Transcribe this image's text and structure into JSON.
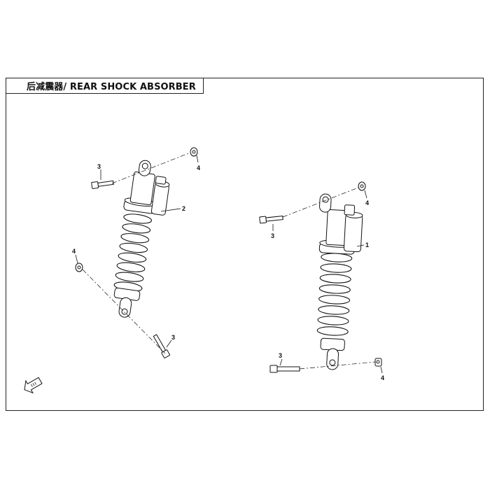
{
  "title": "后减震器/ REAR SHOCK ABSORBER",
  "callouts": {
    "left_upper_bolt": "3",
    "left_upper_nut": "4",
    "left_shock": "2",
    "left_lower_nut": "4",
    "left_lower_bolt": "3",
    "right_upper_bolt": "3",
    "right_upper_nut": "4",
    "right_shock": "1",
    "right_lower_bolt": "3",
    "right_lower_nut": "4"
  },
  "colors": {
    "line": "#111111",
    "background": "#ffffff"
  },
  "icons": {
    "front_direction": "front-arrow-icon"
  }
}
